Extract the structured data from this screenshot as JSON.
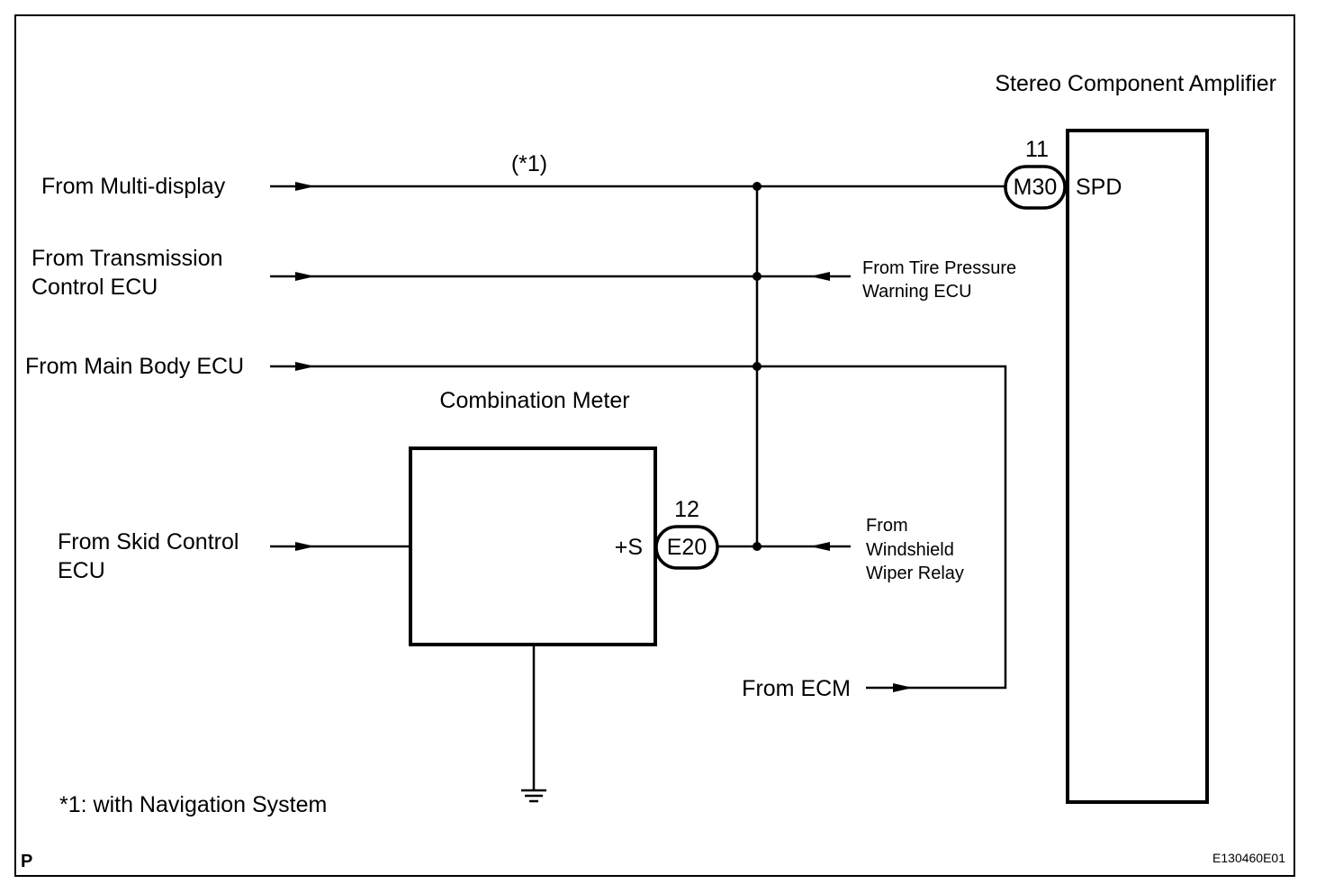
{
  "labels": {
    "stereo_amp": "Stereo Component Amplifier",
    "combination_meter": "Combination Meter",
    "from_multi_display": "From Multi-display",
    "from_transmission_l1": "From Transmission",
    "from_transmission_l2": "Control ECU",
    "from_main_body": "From Main Body ECU",
    "from_skid_l1": "From Skid Control",
    "from_skid_l2": "ECU",
    "from_tire_l1": "From Tire Pressure",
    "from_tire_l2": "Warning ECU",
    "from_wiper_l1": "From",
    "from_wiper_l2": "Windshield",
    "from_wiper_l3": "Wiper Relay",
    "from_ecm": "From ECM",
    "note_ref": "(*1)",
    "footnote": "*1: with Navigation System",
    "corner_p": "P",
    "figure_id": "E130460E01"
  },
  "connectors": {
    "m30": {
      "name": "M30",
      "pin": "11",
      "terminal": "SPD"
    },
    "e20": {
      "name": "E20",
      "pin": "12",
      "terminal": "+S"
    }
  }
}
